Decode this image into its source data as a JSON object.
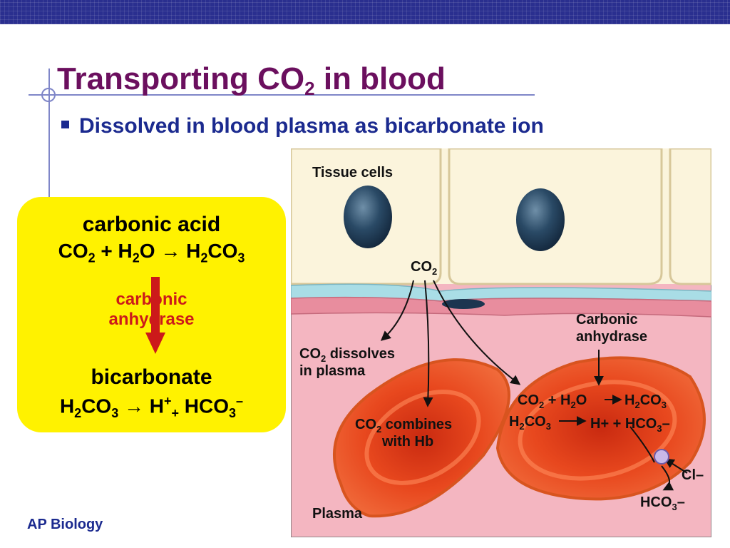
{
  "slide": {
    "title_main": "Transporting CO",
    "title_sub": "2",
    "title_rest": " in blood",
    "bullet": "Dissolved in blood plasma as bicarbonate ion",
    "footer": "AP Biology"
  },
  "yellow_box": {
    "heading1": "carbonic acid",
    "eq1": [
      "CO",
      "2",
      " + H",
      "2",
      "O ",
      "→",
      " H",
      "2",
      "CO",
      "3"
    ],
    "enzyme_line1": "carbonic",
    "enzyme_line2": "anhydrase",
    "heading2": "bicarbonate",
    "eq2": [
      "H",
      "2",
      "CO",
      "3",
      " → H",
      "+",
      "+",
      " HCO",
      "3",
      "–"
    ]
  },
  "diagram": {
    "tissue_cells": "Tissue cells",
    "co2_top": "CO",
    "co2_top_sub": "2",
    "carbonic_anhydrase_1": "Carbonic",
    "carbonic_anhydrase_2": "anhydrase",
    "dissolves_1": "CO",
    "dissolves_sub": "2",
    "dissolves_1b": " dissolves",
    "dissolves_2": "in plasma",
    "combines_1": "CO",
    "combines_sub": "2",
    "combines_1b": " combines",
    "combines_2": "with Hb",
    "rxn1_a": "CO",
    "rxn1_a_sub": "2",
    "rxn1_b": " + H",
    "rxn1_b_sub": "2",
    "rxn1_c": "O",
    "rxn1_d": "H",
    "rxn1_d_sub": "2",
    "rxn1_e": "CO",
    "rxn1_e_sub": "3",
    "rxn2_a": "H",
    "rxn2_a_sub": "2",
    "rxn2_b": "CO",
    "rxn2_b_sub": "3",
    "rxn2_c": "H+ + HCO",
    "rxn2_c_sub": "3",
    "rxn2_d": "–",
    "cl": "Cl–",
    "hco3_out": "HCO",
    "hco3_out_sub": "3",
    "hco3_out_end": "–",
    "plasma": "Plasma"
  },
  "colors": {
    "title": "#6b0f5e",
    "bullet": "#1b2a8f",
    "yellow": "#fff200",
    "enzyme_red": "#cc1a1a",
    "plasma_pink": "#f5b7c0",
    "rbc_red": "#e8401c"
  }
}
